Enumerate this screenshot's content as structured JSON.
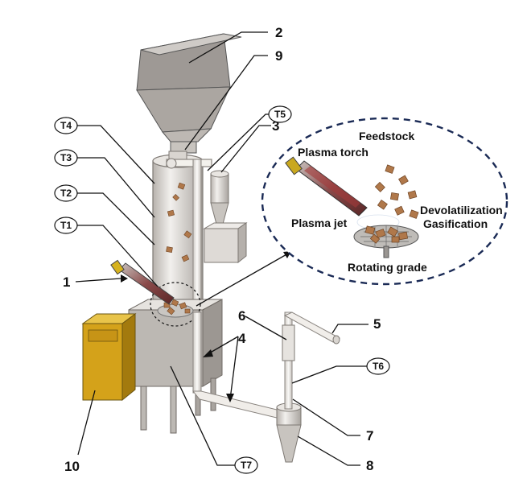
{
  "callouts": {
    "n1": "1",
    "n2": "2",
    "n3": "3",
    "n4": "4",
    "n5": "5",
    "n6": "6",
    "n7": "7",
    "n8": "8",
    "n9": "9",
    "n10": "10"
  },
  "sensors": {
    "t1": "T1",
    "t2": "T2",
    "t3": "T3",
    "t4": "T4",
    "t5": "T5",
    "t6": "T6",
    "t7": "T7"
  },
  "inset": {
    "feedstock": "Feedstock",
    "plasma_torch": "Plasma torch",
    "devolatilization": "Devolatilization",
    "gasification": "Gasification",
    "plasma_jet": "Plasma jet",
    "rotating_grade": "Rotating grade"
  },
  "colors": {
    "steel": "#b9b5b0",
    "steel_dark": "#8f8a85",
    "cabinet": "#d4a21a",
    "particle": "#b0784a",
    "torch": "#6b2a2a",
    "inset_border": "#1a2a55"
  }
}
